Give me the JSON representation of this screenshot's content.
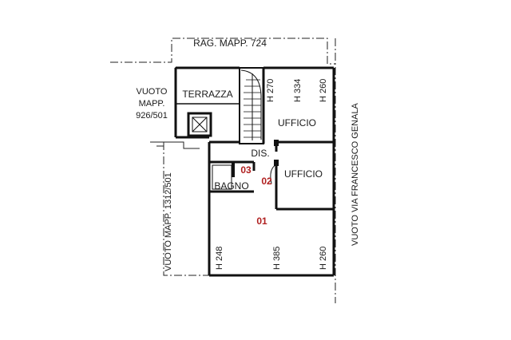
{
  "header": {
    "top_label": "RAG. MAPP. 724"
  },
  "side_labels": {
    "vuoto_left_1": "VUOTO",
    "vuoto_left_2": "MAPP.",
    "vuoto_left_3": "926/501",
    "vuoto_bottom_left": "VUOTO MAPP. 1312/501",
    "vuoto_right": "VUOTO VIA FRANCESCO GENALA"
  },
  "rooms": {
    "terrazza": "TERRAZZA",
    "ufficio_top": "UFFICIO",
    "ufficio_mid": "UFFICIO",
    "dis": "DIS.",
    "bagno": "BAGNO"
  },
  "heights": {
    "h270": "H 270",
    "h334": "H 334",
    "h260_top": "H 260",
    "h248": "H 248",
    "h385": "H 385",
    "h260_bottom": "H 260"
  },
  "markers": {
    "m01": "01",
    "m02": "02",
    "m03": "03"
  }
}
